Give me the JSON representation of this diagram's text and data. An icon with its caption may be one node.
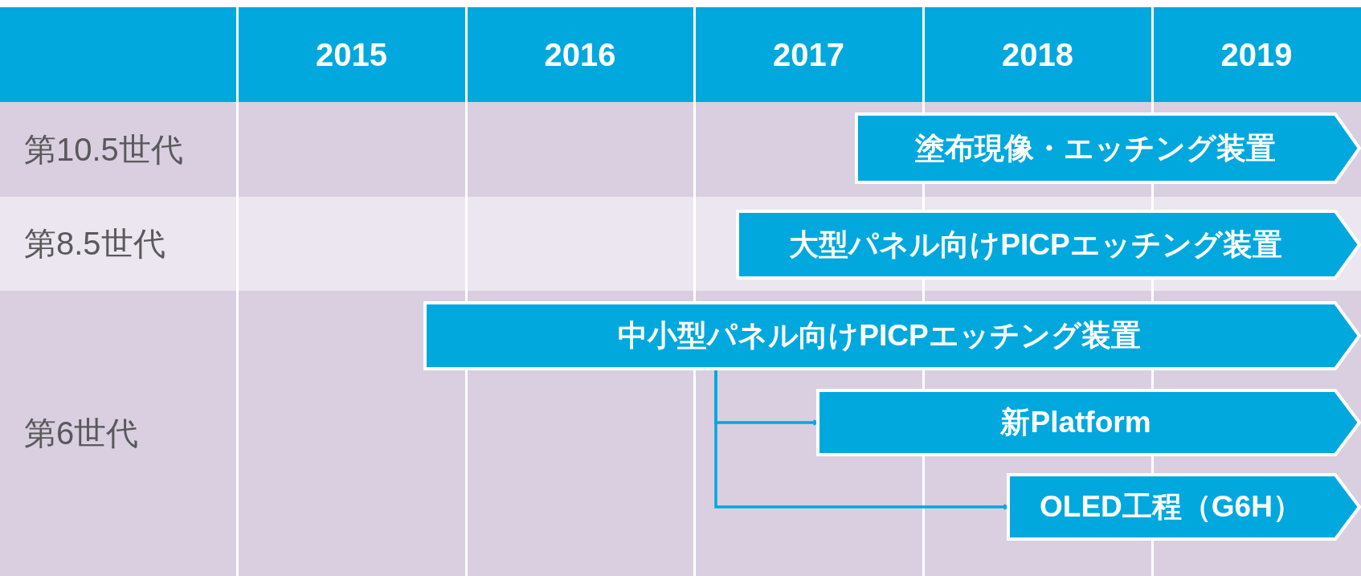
{
  "diagram": {
    "nodes": [
      {
        "text": [
          "塗布現像・エッチング装置"
        ]
      },
      {
        "text": [
          "大型パネル向けPICPエッチング装置"
        ]
      },
      {
        "text": [
          "中小型パネル向けPICPエッチング装置"
        ]
      },
      {
        "text": [
          "新Platform"
        ]
      },
      {
        "text": [
          "OLED工程（G6H）"
        ]
      }
    ],
    "edges": [
      {
        "from": 2,
        "to": 3,
        "arrow": "to"
      },
      {
        "from": 2,
        "to": 4,
        "arrow": "to"
      }
    ],
    "labels": [
      "2015",
      "2016",
      "2017",
      "2018",
      "2019",
      "第10.5世代",
      "第8.5世代",
      "第6世代"
    ]
  }
}
